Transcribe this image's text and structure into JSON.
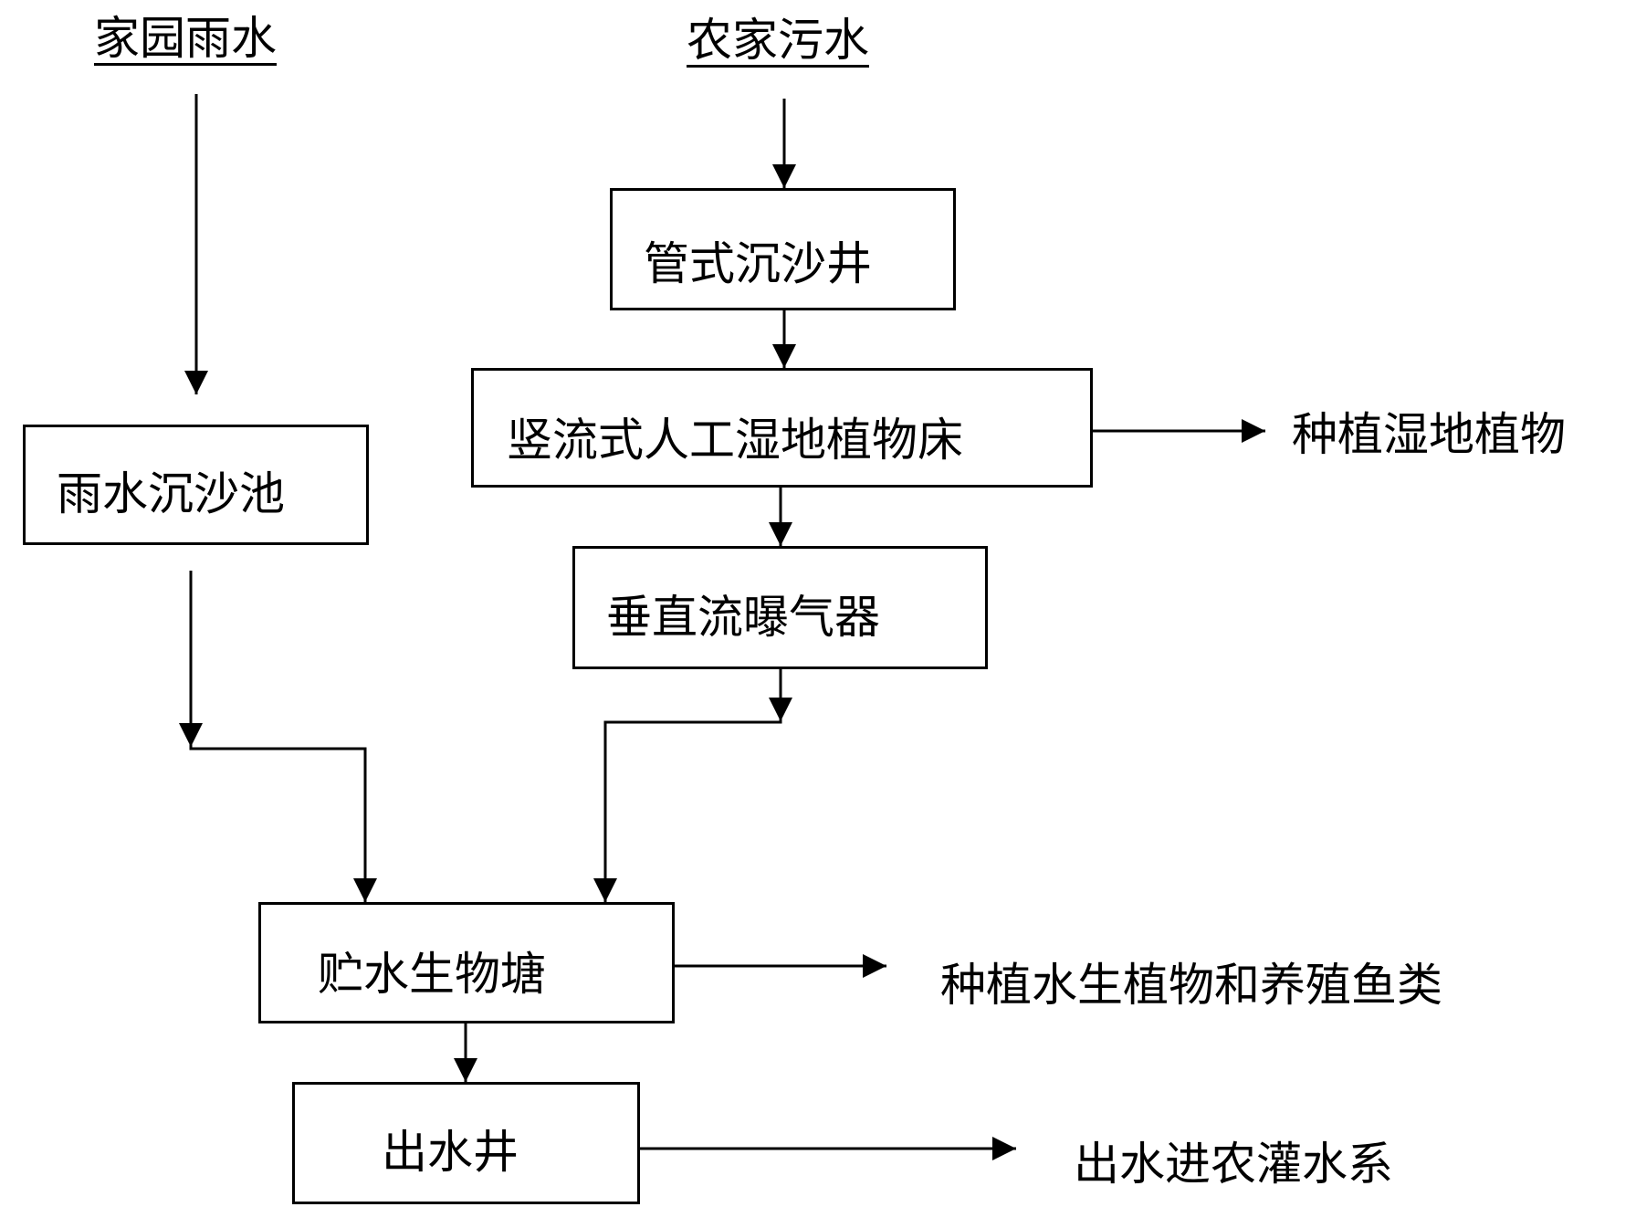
{
  "sources": {
    "rainwater": "家园雨水",
    "sewage": "农家污水"
  },
  "processes": {
    "tube_grit_well": "管式沉沙井",
    "vertical_flow_wetland": "竖流式人工湿地植物床",
    "vertical_flow_aerator": "垂直流曝气器",
    "rain_grit_basin": "雨水沉沙池",
    "storage_bio_pond": "贮水生物塘",
    "outlet_well": "出水井"
  },
  "outputs": {
    "wetland_plants": "种植湿地植物",
    "aquatic_plants_fish": "种植水生植物和养殖鱼类",
    "irrigation": "出水进农灌水系"
  }
}
